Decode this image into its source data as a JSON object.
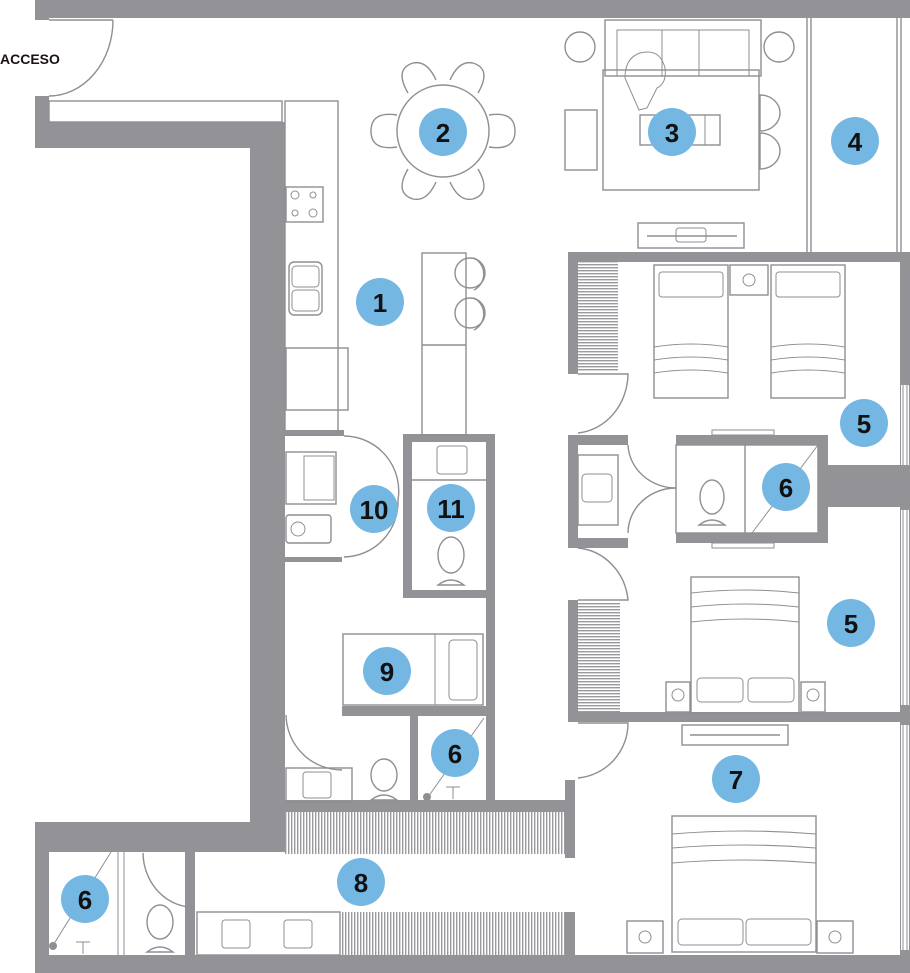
{
  "plan": {
    "entrance_label": "ACCESO",
    "wall_color": "#939296",
    "marker_color": "#74b7e2",
    "markers": [
      {
        "id": "1",
        "room": "kitchen"
      },
      {
        "id": "2",
        "room": "dining"
      },
      {
        "id": "3",
        "room": "living"
      },
      {
        "id": "4",
        "room": "balcony"
      },
      {
        "id": "5",
        "room": "bedroom-twin"
      },
      {
        "id": "6",
        "room": "bathroom-center"
      },
      {
        "id": "5",
        "room": "bedroom-double"
      },
      {
        "id": "6",
        "room": "bathroom-service"
      },
      {
        "id": "7",
        "room": "master-bedroom"
      },
      {
        "id": "8",
        "room": "master-hallway-closet"
      },
      {
        "id": "6",
        "room": "master-bathroom"
      },
      {
        "id": "9",
        "room": "service-room"
      },
      {
        "id": "10",
        "room": "laundry"
      },
      {
        "id": "11",
        "room": "half-bath"
      }
    ]
  }
}
